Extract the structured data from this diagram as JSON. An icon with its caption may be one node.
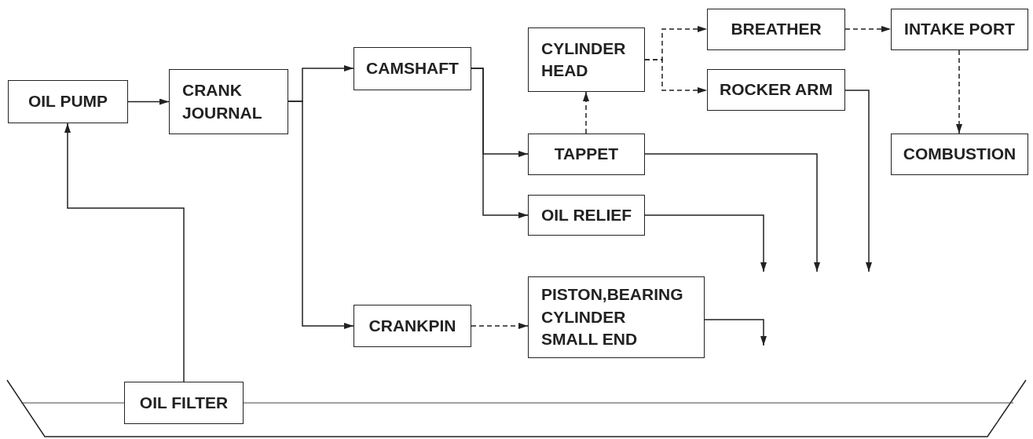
{
  "diagram": {
    "nodes": [
      {
        "text": [
          "OIL PUMP"
        ]
      },
      {
        "text": [
          "CRANK JOURNAL"
        ]
      },
      {
        "text": [
          "CAMSHAFT"
        ]
      },
      {
        "text": [
          "TAPPET"
        ]
      },
      {
        "text": [
          "OIL RELIEF"
        ]
      },
      {
        "text": [
          "CRANKPIN"
        ]
      },
      {
        "text": [
          "PISTON,BEARING CYLINDER SMALL END"
        ]
      },
      {
        "text": [
          "CYLINDER HEAD"
        ]
      },
      {
        "text": [
          "BREATHER"
        ]
      },
      {
        "text": [
          "ROCKER ARM"
        ]
      },
      {
        "text": [
          "INTAKE PORT"
        ]
      },
      {
        "text": [
          "COMBUSTION"
        ]
      },
      {
        "text": [
          "OIL FILTER"
        ]
      }
    ],
    "edges": [
      {
        "from": 12,
        "to": 0,
        "arrow": "to"
      },
      {
        "from": 0,
        "to": 1,
        "arrow": "to"
      },
      {
        "from": 1,
        "to": 2,
        "arrow": "to"
      },
      {
        "from": 1,
        "to": 5,
        "arrow": "to"
      },
      {
        "from": 2,
        "to": 3,
        "arrow": "to"
      },
      {
        "from": 2,
        "to": 4,
        "arrow": "to"
      },
      {
        "from": 5,
        "to": 6,
        "arrow": "to",
        "style": "dashed"
      },
      {
        "from": 3,
        "to": 7,
        "arrow": "to",
        "style": "dashed"
      },
      {
        "from": 7,
        "to": 8,
        "arrow": "to",
        "style": "dashed"
      },
      {
        "from": 7,
        "to": 9,
        "arrow": "to",
        "style": "dashed"
      },
      {
        "from": 8,
        "to": 10,
        "arrow": "to",
        "style": "dashed"
      },
      {
        "from": 10,
        "to": 11,
        "arrow": "to",
        "style": "dashed"
      },
      {
        "from": 4,
        "to": null,
        "arrow": "to"
      },
      {
        "from": 3,
        "to": null,
        "arrow": "to"
      },
      {
        "from": 9,
        "to": null,
        "arrow": "to"
      },
      {
        "from": 6,
        "to": null,
        "arrow": "to"
      }
    ]
  }
}
